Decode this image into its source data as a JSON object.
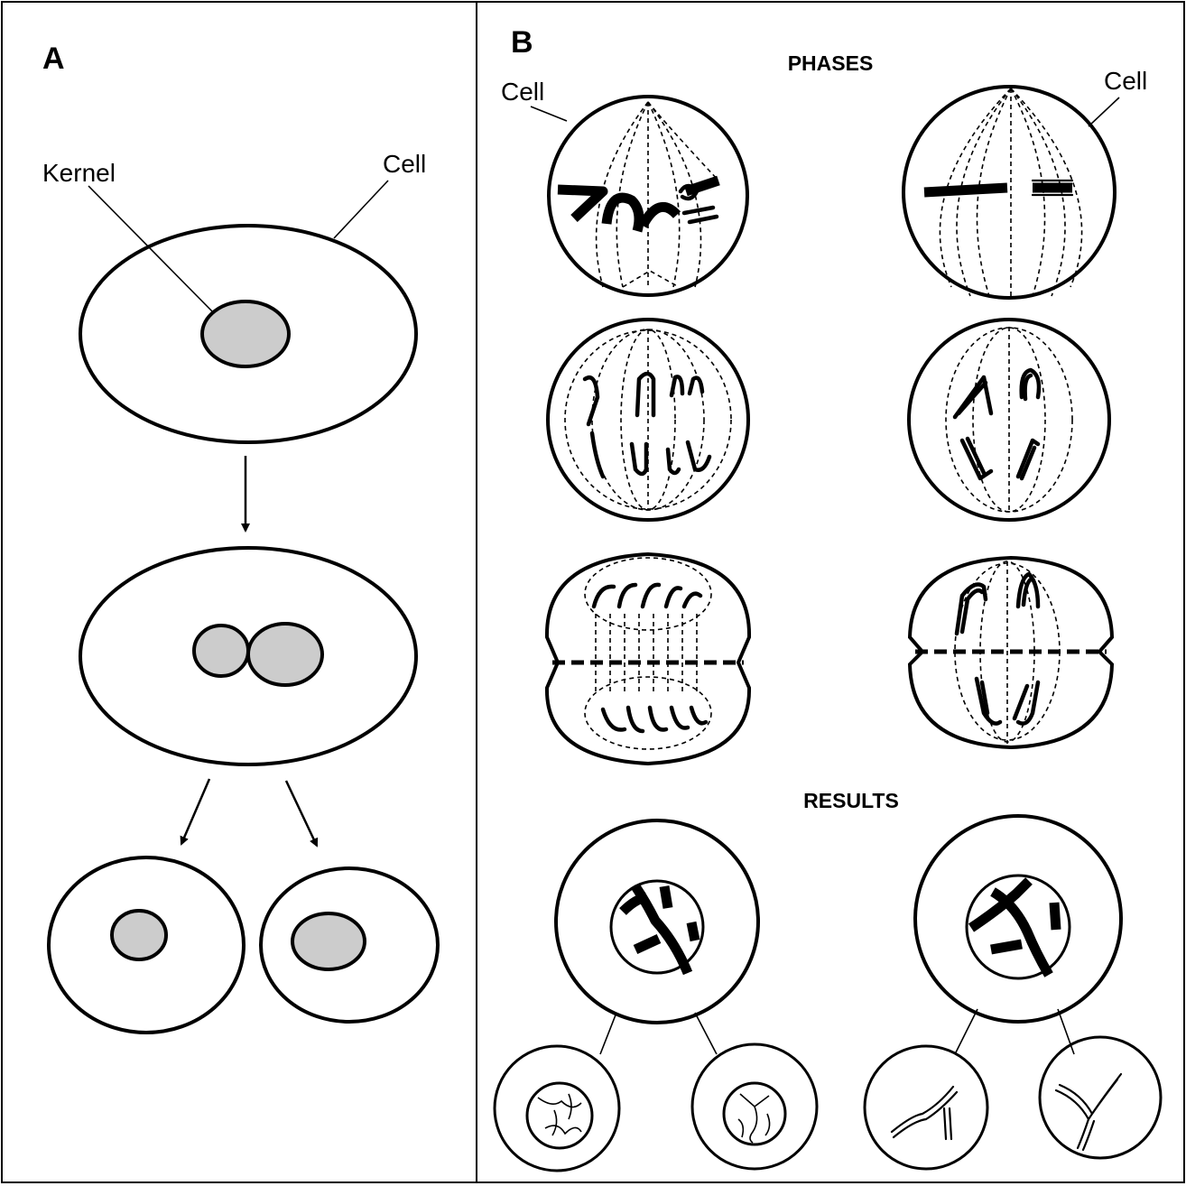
{
  "panel_a": {
    "letter": "A",
    "label_kernel": "Kernel",
    "label_cell": "Cell"
  },
  "panel_b": {
    "letter": "B",
    "heading_phases": "PHASES",
    "heading_results": "RESULTS",
    "label_cell_left": "Cell",
    "label_cell_right": "Cell"
  }
}
